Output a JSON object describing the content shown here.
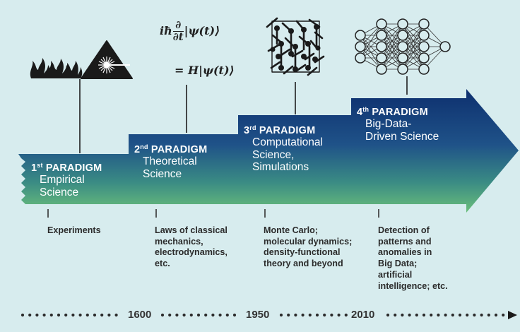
{
  "paradigms": [
    {
      "number": "1",
      "suffix": "st",
      "word": "PARADIGM",
      "subtitle": "Empirical\nScience",
      "description": "Experiments"
    },
    {
      "number": "2",
      "suffix": "nd",
      "word": "PARADIGM",
      "subtitle": "Theoretical\nScience",
      "description": "Laws of classical\nmechanics,\nelectrodynamics,\netc."
    },
    {
      "number": "3",
      "suffix": "rd",
      "word": "PARADIGM",
      "subtitle": "Computational\nScience,\nSimulations",
      "description": "Monte Carlo;\nmolecular dynamics;\ndensity-functional\ntheory and beyond"
    },
    {
      "number": "4",
      "suffix": "th",
      "word": "PARADIGM",
      "subtitle": "Big-Data-\nDriven Science",
      "description": "Detection of\npatterns and\nanomalies in\nBig Data;\nartificial\nintelligence; etc."
    }
  ],
  "timeline": {
    "years": [
      "1600",
      "1950",
      "2010"
    ]
  },
  "equation": {
    "line1_prefix": "iħ",
    "numerator": "∂",
    "denominator": "∂t",
    "line1_suffix": "|ψ(t)⟩",
    "line2": "= H|ψ(t)⟩"
  },
  "icons": [
    "fire-icon",
    "laser-warning-icon",
    "crystal-lattice-icon",
    "neural-network-icon"
  ],
  "colors": {
    "background": "#d7ecee",
    "arrow_top": "#123a78",
    "arrow_bottom": "#5cb574",
    "text_dark": "#2b2b2b"
  }
}
